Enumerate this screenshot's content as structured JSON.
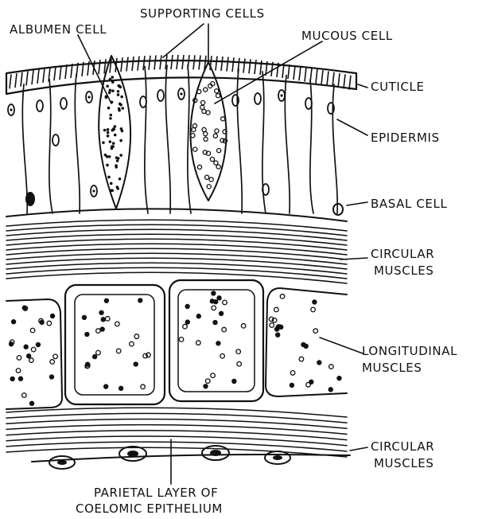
{
  "labels": {
    "supporting_cells": "SUPPORTING CELLS",
    "albumen_cell": "ALBUMEN CELL",
    "mucous_cell": "MUCOUS CELL",
    "cuticle": "CUTICLE",
    "epidermis": "EPIDERMIS",
    "basal_cell": "BASAL CELL",
    "circular_muscles_1_a": "CIRCULAR",
    "circular_muscles_1_b": "MUSCLES",
    "longitudinal_muscles_a": "LONGITUDINAL",
    "longitudinal_muscles_b": "MUSCLES",
    "circular_muscles_2_a": "CIRCULAR",
    "circular_muscles_2_b": "MUSCLES",
    "parietal_a": "PARIETAL LAYER OF",
    "parietal_b": "COELOMIC EPITHELIUM"
  }
}
